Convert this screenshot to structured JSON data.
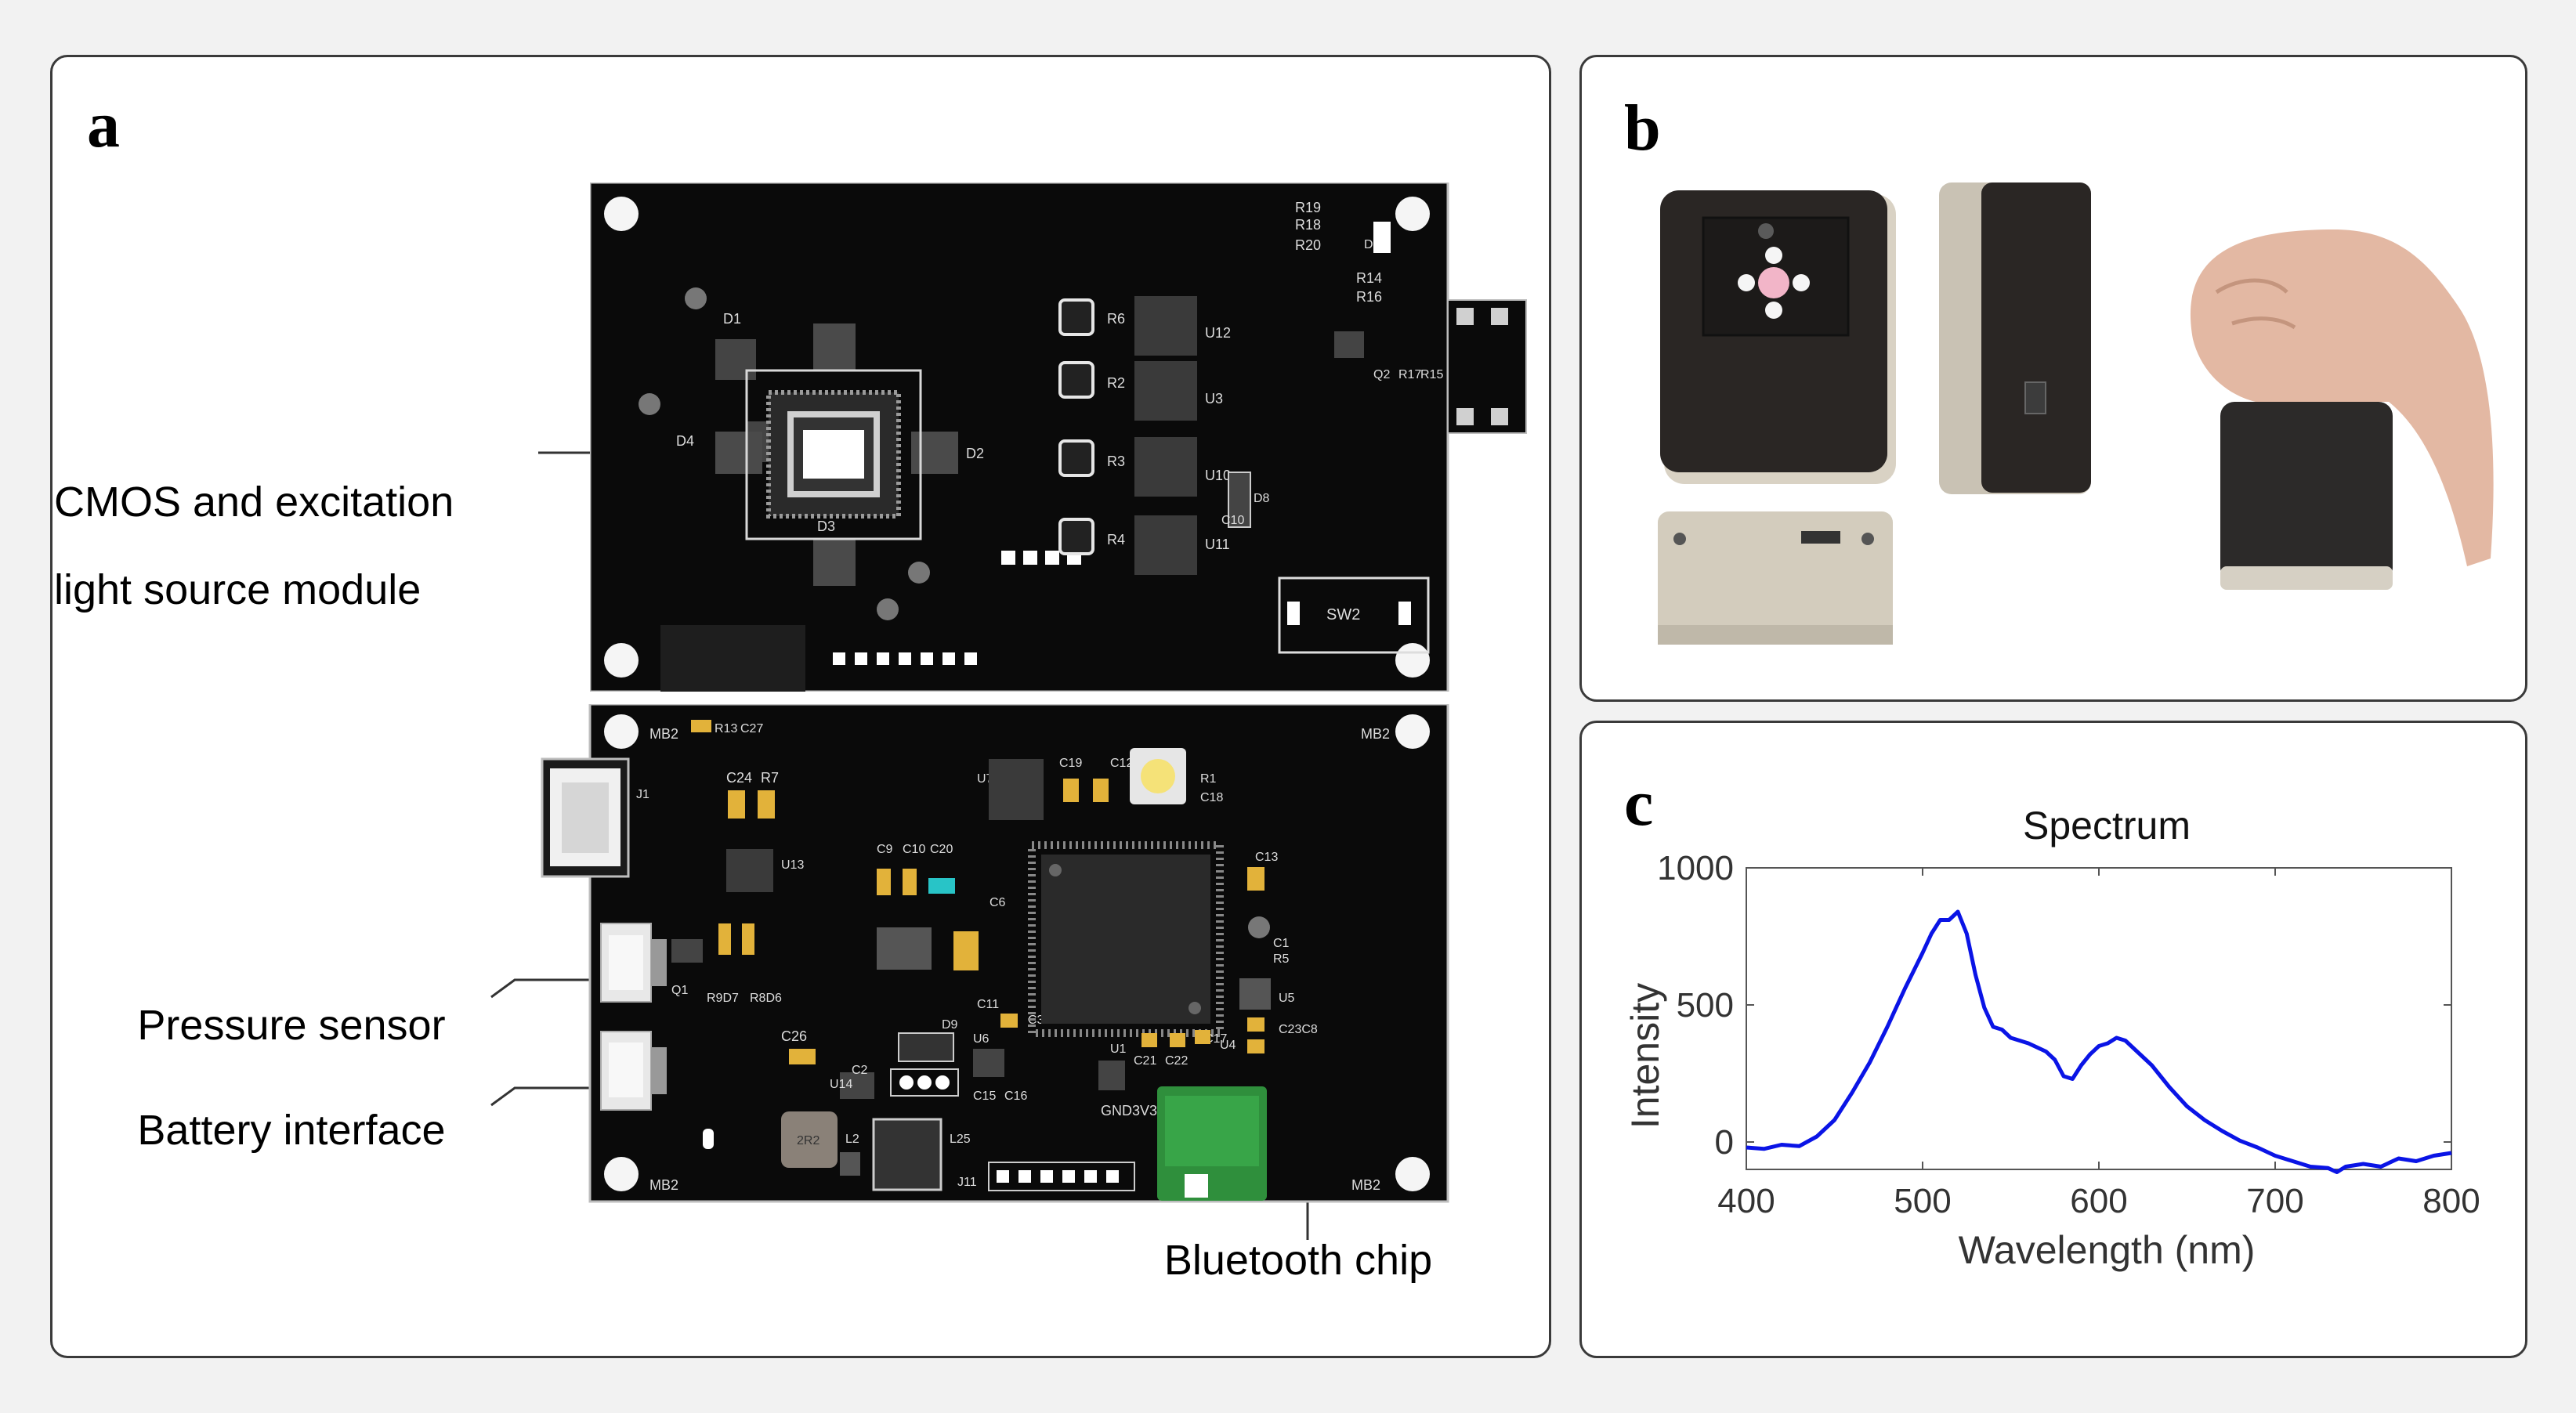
{
  "panels": {
    "a": {
      "letter": "a",
      "labels": {
        "cmos_line1": "CMOS and excitation",
        "cmos_line2": "light source module",
        "pressure": "Pressure sensor",
        "battery": "Battery interface",
        "bluetooth": "Bluetooth chip"
      },
      "silkscreen": {
        "r19": "R19",
        "r18": "R18",
        "r20": "R20",
        "d10": "D10",
        "r6": "R6",
        "r2": "R2",
        "r3": "R3",
        "r4": "R4",
        "u12": "U12",
        "u3": "U3",
        "u10": "U10",
        "u11": "U11",
        "r14": "R14",
        "r16": "R16",
        "r15": "R15",
        "r17": "R17",
        "q2": "Q2",
        "d1": "D1",
        "d2": "D2",
        "d3": "D3",
        "d4": "D4",
        "d8": "D8",
        "c10t": "C10",
        "sw2": "SW2",
        "mb2": "MB2",
        "r13": "R13",
        "c27": "C27",
        "j1": "J1",
        "c24": "C24",
        "r7": "R7",
        "u13": "U13",
        "q1": "Q1",
        "r9d7": "R9D7",
        "r8d6": "R8D6",
        "c26": "C26",
        "u7": "U7",
        "c19": "C19",
        "c12": "C12",
        "r1": "R1",
        "c18": "C18",
        "c9": "C9",
        "c10": "C10",
        "c20": "C20",
        "c6": "C6",
        "c13": "C13",
        "c1": "C1",
        "r5": "R5",
        "u5": "U5",
        "c23c8": "C23C8",
        "u4": "U4",
        "c11": "C11",
        "d9": "D9",
        "u6": "U6",
        "c3": "C3",
        "c2": "C2",
        "c15": "C15",
        "c16": "C16",
        "u1": "U1",
        "c17": "C17",
        "c21": "C21",
        "c22": "C22",
        "u14": "U14",
        "l2": "L2",
        "l25": "L25",
        "j11": "J11",
        "gnd3v3": "GND3V3",
        "ind": "2R2"
      }
    },
    "b": {
      "letter": "b"
    },
    "c": {
      "letter": "c"
    }
  },
  "chart_data": {
    "type": "line",
    "title": "Spectrum",
    "xlabel": "Wavelength (nm)",
    "ylabel": "Intensity",
    "xlim": [
      400,
      800
    ],
    "ylim": [
      -100,
      1000
    ],
    "xticks": [
      400,
      500,
      600,
      700,
      800
    ],
    "yticks": [
      0,
      500,
      1000
    ],
    "grid": false,
    "legend": null,
    "series": [
      {
        "color": "#0a14e6",
        "x": [
          400,
          410,
          420,
          430,
          440,
          450,
          460,
          470,
          480,
          490,
          500,
          505,
          510,
          515,
          520,
          525,
          530,
          535,
          540,
          545,
          550,
          560,
          570,
          575,
          580,
          585,
          590,
          595,
          600,
          605,
          610,
          615,
          620,
          630,
          640,
          650,
          660,
          670,
          680,
          690,
          700,
          710,
          720,
          730,
          735,
          740,
          750,
          760,
          770,
          780,
          790,
          800
        ],
        "y": [
          -20,
          -25,
          -10,
          -15,
          20,
          80,
          180,
          290,
          420,
          560,
          690,
          760,
          810,
          810,
          840,
          760,
          610,
          490,
          420,
          410,
          380,
          360,
          330,
          300,
          240,
          230,
          280,
          320,
          350,
          360,
          380,
          370,
          340,
          280,
          200,
          130,
          80,
          40,
          5,
          -20,
          -50,
          -70,
          -90,
          -95,
          -110,
          -90,
          -80,
          -90,
          -60,
          -70,
          -50,
          -40
        ]
      }
    ]
  }
}
